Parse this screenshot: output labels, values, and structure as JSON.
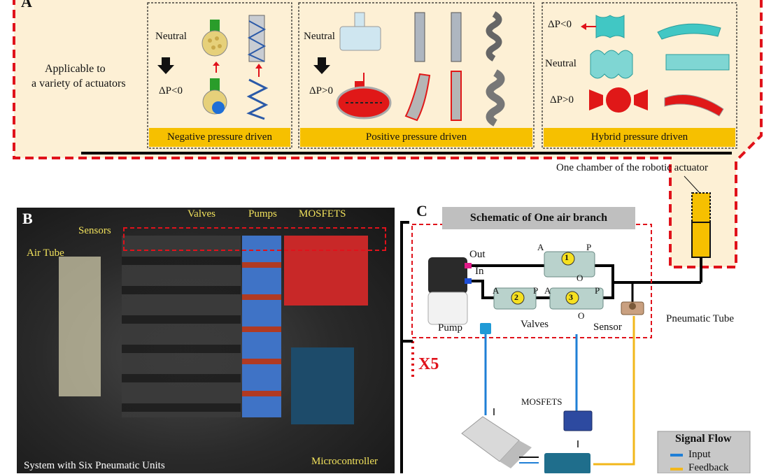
{
  "panel_a": {
    "letter": "A",
    "applicable_line1": "Applicable to",
    "applicable_line2": "a variety of actuators",
    "negative": {
      "neutral": "Neutral",
      "dp": "ΔP<0",
      "caption": "Negative pressure driven"
    },
    "positive": {
      "neutral": "Neutral",
      "dp": "ΔP>0",
      "caption": "Positive pressure driven"
    },
    "hybrid": {
      "dp_neg": "ΔP<0",
      "neutral": "Neutral",
      "dp_pos": "ΔP>0",
      "caption": "Hybrid pressure driven"
    },
    "chamber_label": "One chamber of the robotic actuator"
  },
  "panel_b": {
    "letter": "B",
    "valves": "Valves",
    "pumps": "Pumps",
    "mosfets": "MOSFETS",
    "sensors": "Sensors",
    "air_tube": "Air Tube",
    "microcontroller": "Microcontroller",
    "system": "System with Six Pneumatic Units"
  },
  "panel_c": {
    "letter": "C",
    "title": "Schematic of One air branch",
    "out": "Out",
    "in": "In",
    "pump": "Pump",
    "valves": "Valves",
    "sensor": "Sensor",
    "pneumatic_tube": "Pneumatic Tube",
    "mosfets": "MOSFETS",
    "x5": "X5",
    "valve_ports": {
      "a": "A",
      "p": "P",
      "o": "O"
    },
    "valve_numbers": [
      "1",
      "2",
      "3"
    ]
  },
  "signal_flow": {
    "title": "Signal Flow",
    "input": "Input",
    "feedback": "Feedback",
    "input_color": "#1f7fd6",
    "feedback_color": "#f2b71b"
  },
  "colors": {
    "panel_a_bg": "#fdf0d5",
    "caption_bar": "#f6c000",
    "dashed_red": "#e0121b",
    "actuator_teal": "#41c7c4",
    "actuator_red": "#e01818"
  }
}
